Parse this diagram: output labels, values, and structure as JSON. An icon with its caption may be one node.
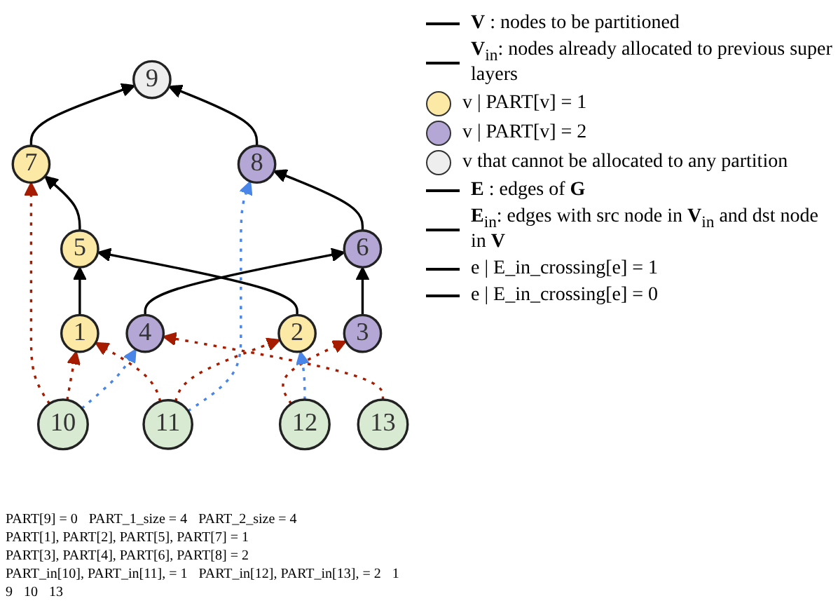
{
  "diagram": {
    "nodes": [
      {
        "text": [
          "9"
        ]
      },
      {
        "text": [
          "7"
        ]
      },
      {
        "text": [
          "8"
        ]
      },
      {
        "text": [
          "5"
        ]
      },
      {
        "text": [
          "6"
        ]
      },
      {
        "text": [
          "1"
        ]
      },
      {
        "text": [
          "2"
        ]
      },
      {
        "text": [
          "3"
        ]
      },
      {
        "text": [
          "4"
        ]
      },
      {
        "text": [
          "10"
        ]
      },
      {
        "text": [
          "11"
        ]
      },
      {
        "text": [
          "12"
        ]
      },
      {
        "text": [
          "13"
        ]
      }
    ],
    "edges": [
      {
        "from": 5,
        "to": 3,
        "arrow": "to"
      },
      {
        "from": 6,
        "to": 3,
        "arrow": "to"
      },
      {
        "from": 3,
        "to": 1,
        "arrow": "to"
      },
      {
        "from": 1,
        "to": 0,
        "arrow": "to"
      },
      {
        "from": 7,
        "to": 4,
        "arrow": "to"
      },
      {
        "from": 8,
        "to": 4,
        "arrow": "to"
      },
      {
        "from": 4,
        "to": 2,
        "arrow": "to"
      },
      {
        "from": 2,
        "to": 0,
        "arrow": "to"
      },
      {
        "from": 9,
        "to": 1,
        "arrow": "to",
        "style": "dashed",
        "color": "#a61c00"
      },
      {
        "from": 9,
        "to": 5,
        "arrow": "to",
        "style": "dashed",
        "color": "#a61c00"
      },
      {
        "from": 10,
        "to": 5,
        "arrow": "to",
        "style": "dashed",
        "color": "#a61c00"
      },
      {
        "from": 10,
        "to": 6,
        "arrow": "to",
        "style": "dashed",
        "color": "#a61c00"
      },
      {
        "from": 11,
        "to": 7,
        "arrow": "to",
        "style": "dashed",
        "color": "#a61c00"
      },
      {
        "from": 12,
        "to": 8,
        "arrow": "to",
        "style": "dashed",
        "color": "#a61c00"
      },
      {
        "from": 9,
        "to": 8,
        "arrow": "to",
        "style": "dashed",
        "color": "#4a86e8"
      },
      {
        "from": 10,
        "to": 2,
        "arrow": "to",
        "style": "dashed",
        "color": "#4a86e8"
      },
      {
        "from": 11,
        "to": 6,
        "arrow": "to",
        "style": "dashed",
        "color": "#4a86e8"
      }
    ],
    "labels": [
      "PART[9] = 0",
      "PART_1_size = 4",
      "PART_2_size = 4",
      "PART[1], PART[2], PART[5], PART[7] = 1",
      "PART[3], PART[4], PART[6], PART[8] = 2",
      "PART_in[10], PART_in[11], = 1",
      "PART_in[12], PART_in[13], = 2",
      "1",
      "9",
      "10",
      "13"
    ],
    "legend": [
      {
        "text": "**V** : nodes to be partitioned"
      },
      {
        "text": "**V**$_{in}$: nodes already allocated to previous super layers"
      },
      {
        "text": "v | PART[v] = 1",
        "color": "#fde9a6"
      },
      {
        "text": "v | PART[v] = 2",
        "color": "#b4a7d6"
      },
      {
        "text": "v that cannot be allocated to any partition",
        "color": "#eeeeee"
      },
      {
        "text": "**E** : edges of **G**"
      },
      {
        "text": "**E**$_{in}$: edges with src node in **V**$_{in}$ and dst node in **V**"
      },
      {
        "text": "e | E_in_crossing[e] = 1"
      },
      {
        "text": "e | E_in_crossing[e] = 0"
      }
    ]
  }
}
